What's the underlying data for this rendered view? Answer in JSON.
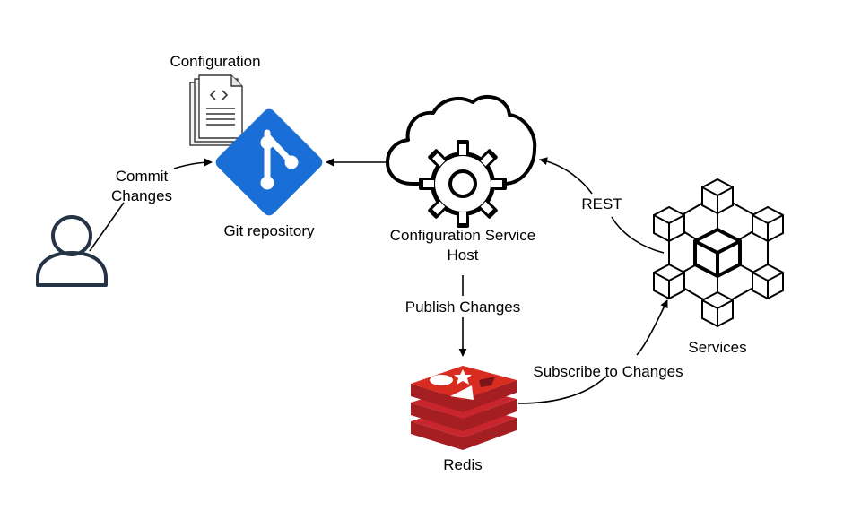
{
  "diagram": {
    "nodes": {
      "user": {
        "icon": "user-icon"
      },
      "configuration": {
        "label": "Configuration",
        "icon": "document-code-icon"
      },
      "git": {
        "label": "Git repository",
        "icon": "git-logo-icon",
        "color": "#1a6fd6"
      },
      "config_service": {
        "label_line1": "Configuration Service",
        "label_line2": "Host",
        "icon": "cloud-gear-icon"
      },
      "redis": {
        "label": "Redis",
        "icon": "redis-logo-icon",
        "color": "#c8252c"
      },
      "services": {
        "label": "Services",
        "icon": "cube-network-icon"
      }
    },
    "edges": {
      "commit": {
        "label_line1": "Commit",
        "label_line2": "Changes"
      },
      "publish": {
        "label": "Publish Changes"
      },
      "subscribe": {
        "label": "Subscribe to Changes"
      },
      "rest": {
        "label": "REST"
      }
    }
  }
}
